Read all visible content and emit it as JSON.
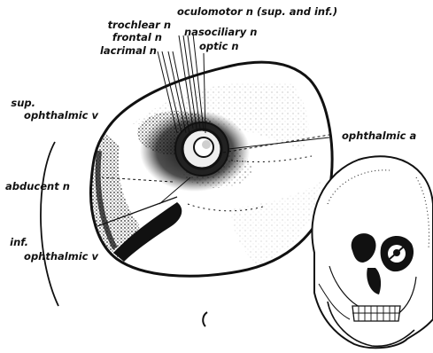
{
  "labels": {
    "oculomotor": "oculomotor n (sup. and inf.)",
    "trochlear": "trochlear n",
    "frontal": "frontal n",
    "lacrimal": "lacrimal n",
    "nasociliary": "nasociliary n",
    "optic": "optic n",
    "sup_ophthalmic_line1": "sup.",
    "sup_ophthalmic_line2": "ophthalmic v",
    "ophthalmic_a": "ophthalmic a",
    "abducent": "abducent n",
    "inf_ophthalmic_line1": "inf.",
    "inf_ophthalmic_line2": "ophthalmic v"
  },
  "colors": {
    "ink": "#111111",
    "background": "#ffffff"
  }
}
